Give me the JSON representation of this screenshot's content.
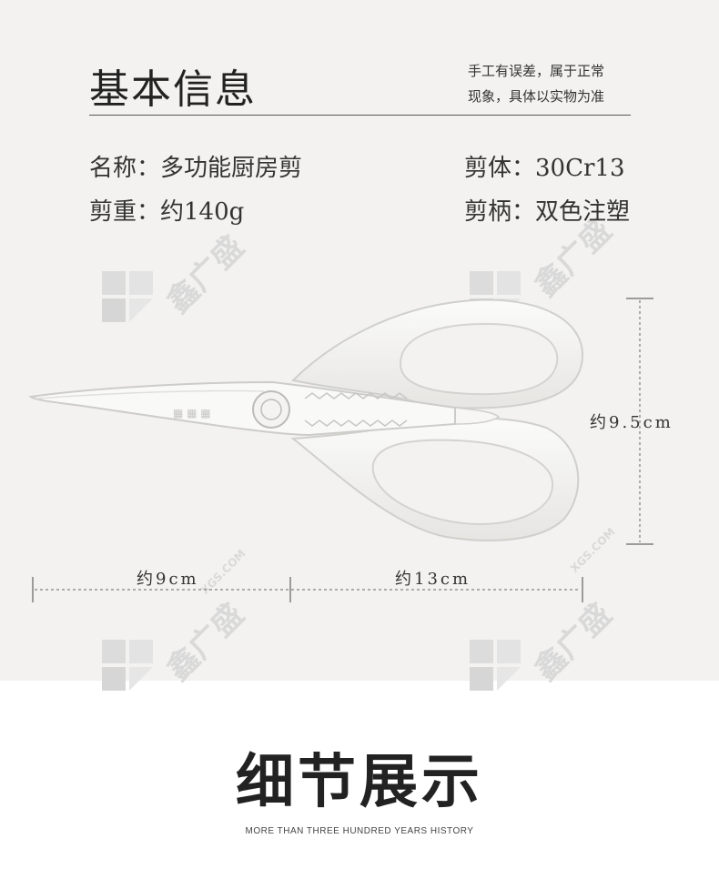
{
  "section": {
    "title": "基本信息",
    "note_line1": "手工有误差，属于正常",
    "note_line2": "现象，具体以实物为准"
  },
  "specs": {
    "name": "名称：多功能厨房剪",
    "body": "剪体：30Cr13",
    "weight": "剪重：约140g",
    "handle": "剪柄：双色注塑"
  },
  "dimensions": {
    "height": "约9.5cm",
    "blade_length": "约9cm",
    "handle_length": "约13cm"
  },
  "watermark": {
    "text": "鑫广盛",
    "domain": "XGS.COM"
  },
  "detail": {
    "title": "细节展示",
    "subtitle": "MORE THAN THREE HUNDRED YEARS HISTORY"
  }
}
